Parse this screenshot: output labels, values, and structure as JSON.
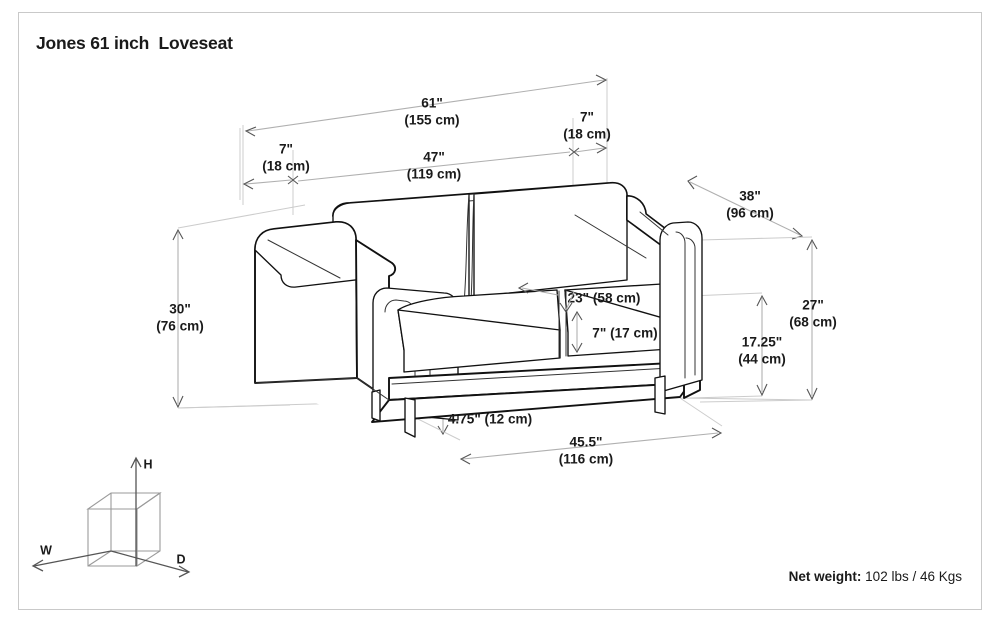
{
  "page": {
    "title": "Jones 61 inch  Loveseat",
    "net_weight_label": "Net weight:",
    "net_weight_value": " 102 lbs / 46 Kgs",
    "border_color": "#c9c9c9",
    "text_color": "#1a1a1a",
    "dim_line_color": "#b0b0b0",
    "outline_color": "#111111"
  },
  "dimensions": {
    "overall_width": {
      "imperial": "61\"",
      "metric": "(155 cm)"
    },
    "arm_width_right": {
      "imperial": "7\"",
      "metric": "(18 cm)"
    },
    "arm_width_left": {
      "imperial": "7\"",
      "metric": "(18 cm)"
    },
    "inside_width": {
      "imperial": "47\"",
      "metric": "(119 cm)"
    },
    "overall_depth": {
      "imperial": "38\"",
      "metric": "(96 cm)"
    },
    "overall_height": {
      "imperial": "30\"",
      "metric": "(76 cm)"
    },
    "arm_height": {
      "imperial": "27\"",
      "metric": "(68 cm)"
    },
    "seat_height": {
      "imperial": "17.25\"",
      "metric": "(44 cm)"
    },
    "seat_depth": {
      "inline": "23\" (58 cm)"
    },
    "cushion_thickness": {
      "inline": "7\" (17 cm)"
    },
    "leg_height": {
      "inline": "4.75\" (12 cm)"
    },
    "base_depth": {
      "imperial": "45.5\"",
      "metric": "(116 cm)"
    }
  },
  "axis_legend": {
    "height_label": "H",
    "width_label": "W",
    "depth_label": "D"
  }
}
